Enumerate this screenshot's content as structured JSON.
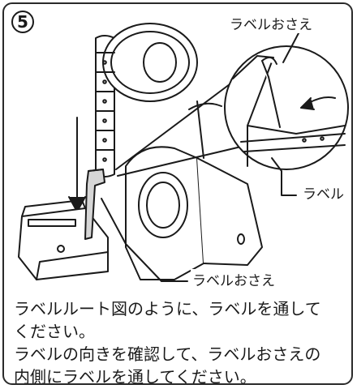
{
  "step": {
    "number": "5"
  },
  "callouts": {
    "label_holder_top": "ラベルおさえ",
    "label": "ラベル",
    "label_holder_bottom": "ラベルおさえ"
  },
  "instructions": {
    "line1": "ラベルルート図のように、ラベルを通して",
    "line2": "ください。",
    "line3": "ラベルの向きを確認して、ラベルおさえの",
    "line4": "内側にラベルを通してください。"
  }
}
